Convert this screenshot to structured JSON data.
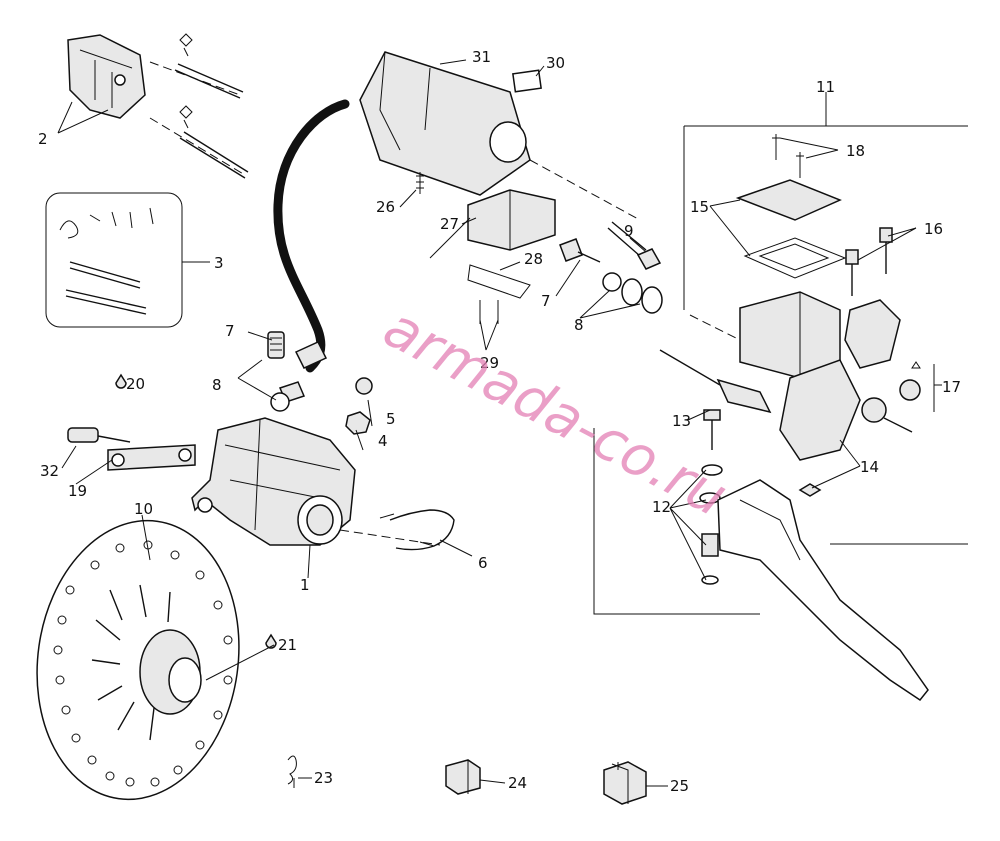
{
  "watermark": "armada-co.ru",
  "callouts": [
    {
      "id": "c1",
      "text": "1"
    },
    {
      "id": "c2",
      "text": "2"
    },
    {
      "id": "c3",
      "text": "3"
    },
    {
      "id": "c4",
      "text": "4"
    },
    {
      "id": "c5",
      "text": "5"
    },
    {
      "id": "c6",
      "text": "6"
    },
    {
      "id": "c7a",
      "text": "7"
    },
    {
      "id": "c7b",
      "text": "7"
    },
    {
      "id": "c8a",
      "text": "8"
    },
    {
      "id": "c8b",
      "text": "8"
    },
    {
      "id": "c9",
      "text": "9"
    },
    {
      "id": "c10",
      "text": "10"
    },
    {
      "id": "c11",
      "text": "11"
    },
    {
      "id": "c12",
      "text": "12"
    },
    {
      "id": "c13",
      "text": "13"
    },
    {
      "id": "c14",
      "text": "14"
    },
    {
      "id": "c15",
      "text": "15"
    },
    {
      "id": "c16",
      "text": "16"
    },
    {
      "id": "c17",
      "text": "17"
    },
    {
      "id": "c18",
      "text": "18"
    },
    {
      "id": "c19",
      "text": "19"
    },
    {
      "id": "c20",
      "text": "20"
    },
    {
      "id": "c21",
      "text": "21"
    },
    {
      "id": "c23",
      "text": "23"
    },
    {
      "id": "c24",
      "text": "24"
    },
    {
      "id": "c25",
      "text": "25"
    },
    {
      "id": "c26",
      "text": "26"
    },
    {
      "id": "c27",
      "text": "27"
    },
    {
      "id": "c28",
      "text": "28"
    },
    {
      "id": "c29",
      "text": "29"
    },
    {
      "id": "c30",
      "text": "30"
    },
    {
      "id": "c31",
      "text": "31"
    },
    {
      "id": "c32",
      "text": "32"
    }
  ]
}
